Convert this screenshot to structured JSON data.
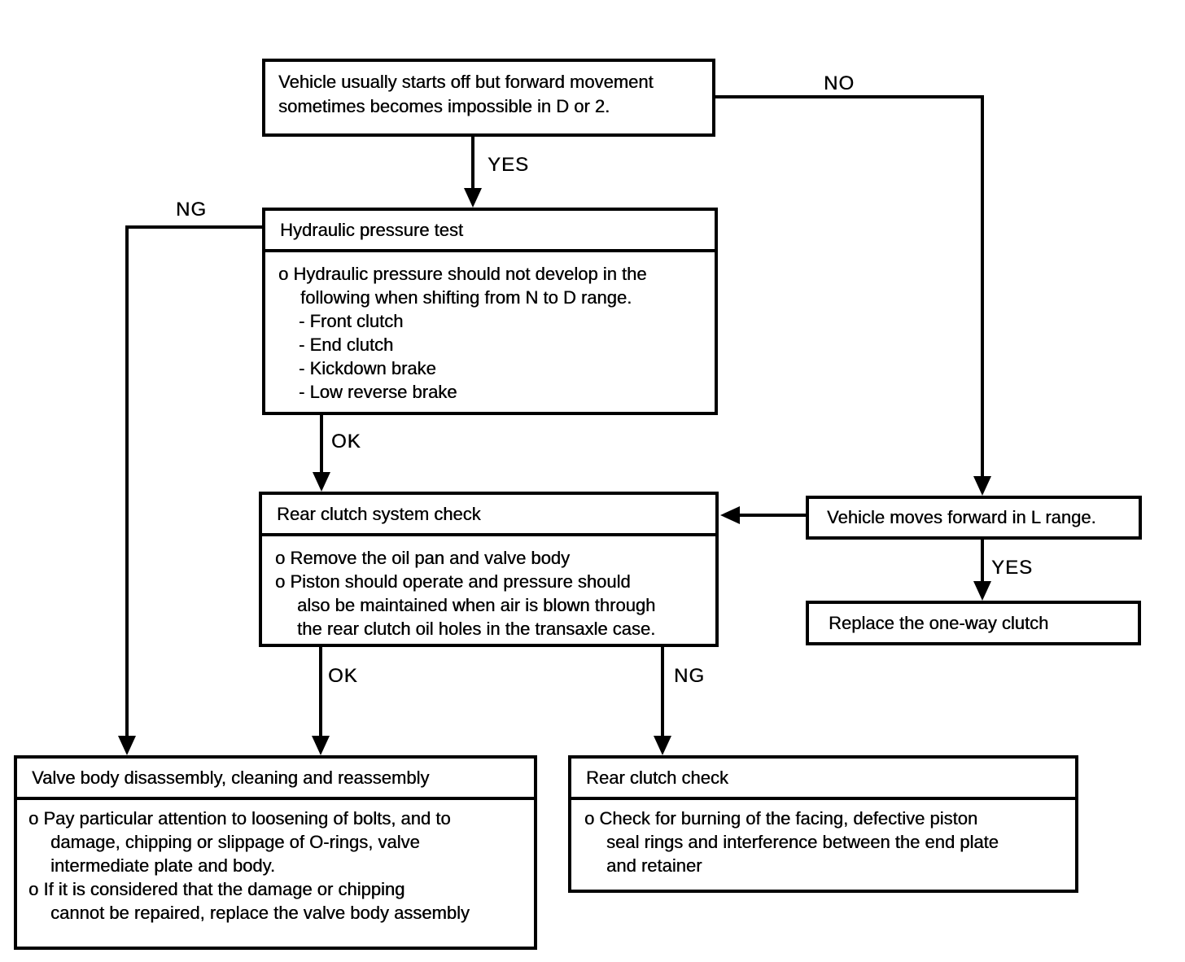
{
  "colors": {
    "ink": "#000000",
    "paper": "#ffffff"
  },
  "nodes": {
    "start": {
      "text": "Vehicle usually starts off but forward movement\nsometimes becomes impossible in D or 2."
    },
    "hydraulic_test": {
      "title": "Hydraulic pressure test",
      "lines": [
        "o Hydraulic pressure should not develop in the\nfollowing when shifting from N to D range.",
        "- Front clutch",
        "- End clutch",
        "- Kickdown brake",
        "- Low reverse brake"
      ]
    },
    "rear_clutch_system": {
      "title": "Rear clutch system check",
      "lines": [
        "o Remove the oil pan and valve body",
        "o Piston should operate and pressure should\nalso be maintained when air is blown through\nthe rear clutch oil holes in the transaxle case."
      ]
    },
    "l_range": {
      "text": "Vehicle moves forward in L range."
    },
    "replace_one_way_clutch": {
      "text": "Replace the one-way clutch"
    },
    "valve_body": {
      "title": "Valve body disassembly, cleaning and reassembly",
      "lines": [
        "o Pay particular attention to loosening of bolts, and to\ndamage, chipping or slippage of O-rings, valve\nintermediate plate and body.",
        "o If it is considered that the damage or chipping\ncannot be repaired, replace the valve body assembly"
      ]
    },
    "rear_clutch_check": {
      "title": "Rear clutch check",
      "lines": [
        "o Check for burning of the facing, defective piston\nseal rings and interference between the end plate\nand retainer"
      ]
    }
  },
  "edge_labels": {
    "yes_1": "YES",
    "no_1": "NO",
    "ng_1": "NG",
    "ok_1": "OK",
    "yes_2": "YES",
    "ok_2": "OK",
    "ng_2": "NG"
  }
}
